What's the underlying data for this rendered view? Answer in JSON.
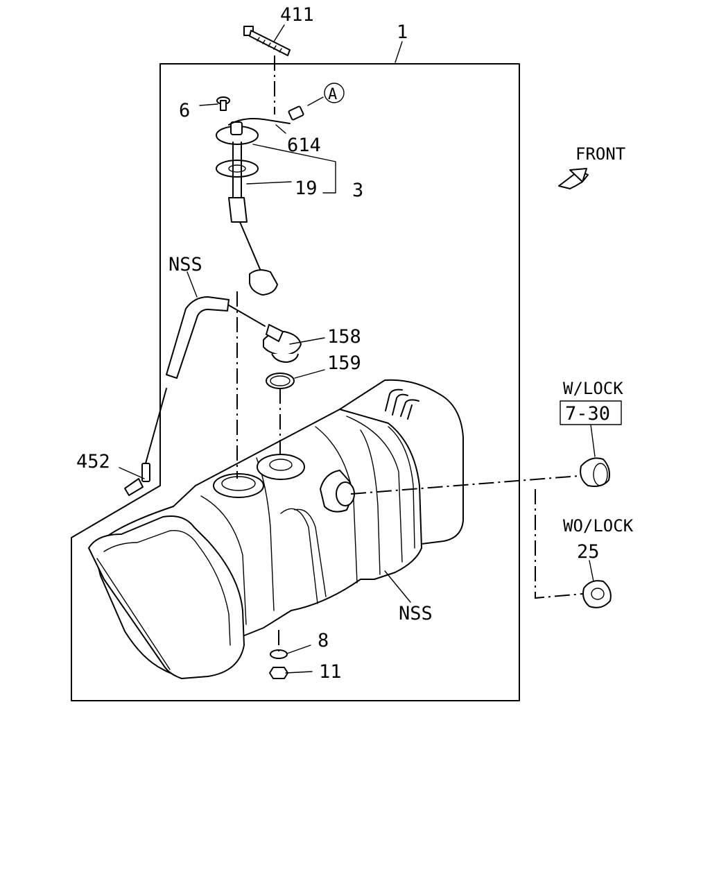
{
  "callouts": {
    "c411": "411",
    "c1": "1",
    "c6": "6",
    "c614": "614",
    "c19": "19",
    "c3": "3",
    "cA": "A",
    "nss_top": "NSS",
    "c158": "158",
    "c159": "159",
    "c452": "452",
    "nss_bottom": "NSS",
    "c8": "8",
    "c11": "11",
    "c730": "7-30",
    "c25": "25"
  },
  "notes": {
    "front": "FRONT",
    "with_lock": "W/LOCK",
    "without_lock": "WO/LOCK"
  }
}
